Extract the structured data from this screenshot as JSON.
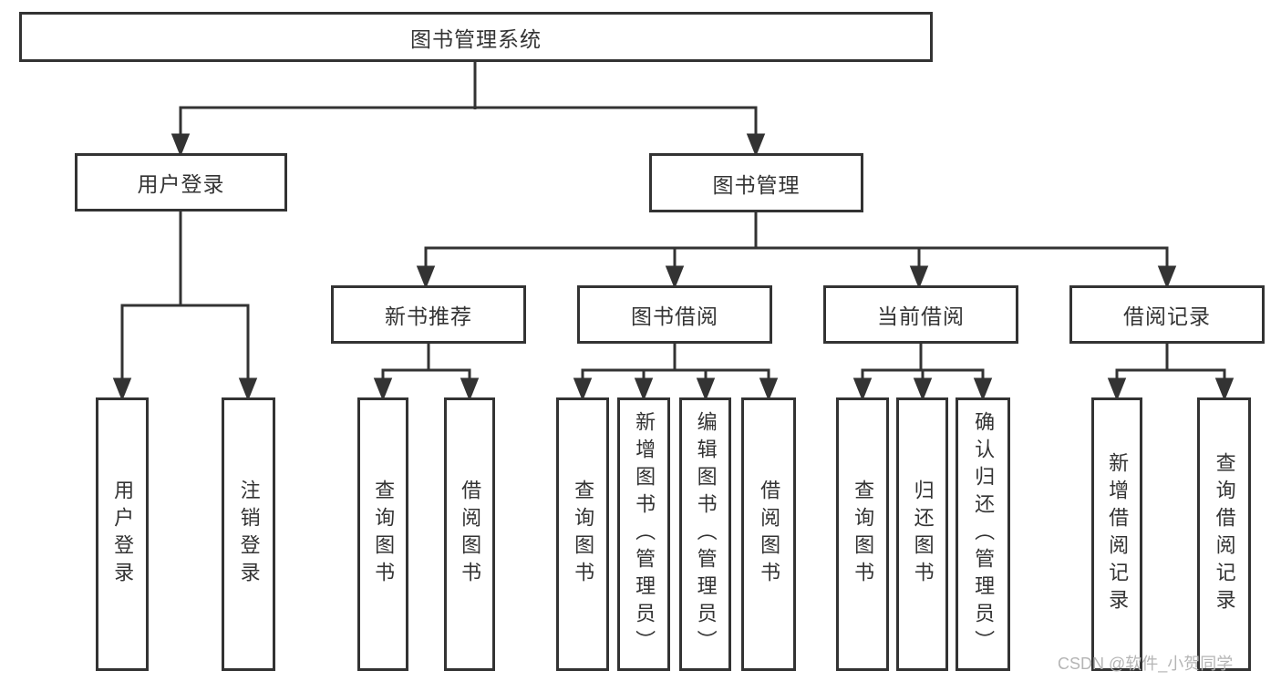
{
  "colors": {
    "line": "#333333",
    "box_border": "#333333",
    "text": "#333333",
    "watermark": "#b5b5b5",
    "background": "#ffffff"
  },
  "tree": {
    "root": "图书管理系统",
    "branches": [
      {
        "label": "用户登录",
        "children": [
          "用户登录",
          "注销登录"
        ]
      },
      {
        "label": "图书管理",
        "groups": [
          {
            "label": "新书推荐",
            "children": [
              "查询图书",
              "借阅图书"
            ]
          },
          {
            "label": "图书借阅",
            "children": [
              "查询图书",
              "新增图书（管理员）",
              "编辑图书（管理员）",
              "借阅图书"
            ]
          },
          {
            "label": "当前借阅",
            "children": [
              "查询图书",
              "归还图书",
              "确认归还（管理员）"
            ]
          },
          {
            "label": "借阅记录",
            "children": [
              "新增借阅记录",
              "查询借阅记录"
            ]
          }
        ]
      }
    ]
  },
  "watermark": {
    "text": "CSDN @软件_小贺同学"
  }
}
